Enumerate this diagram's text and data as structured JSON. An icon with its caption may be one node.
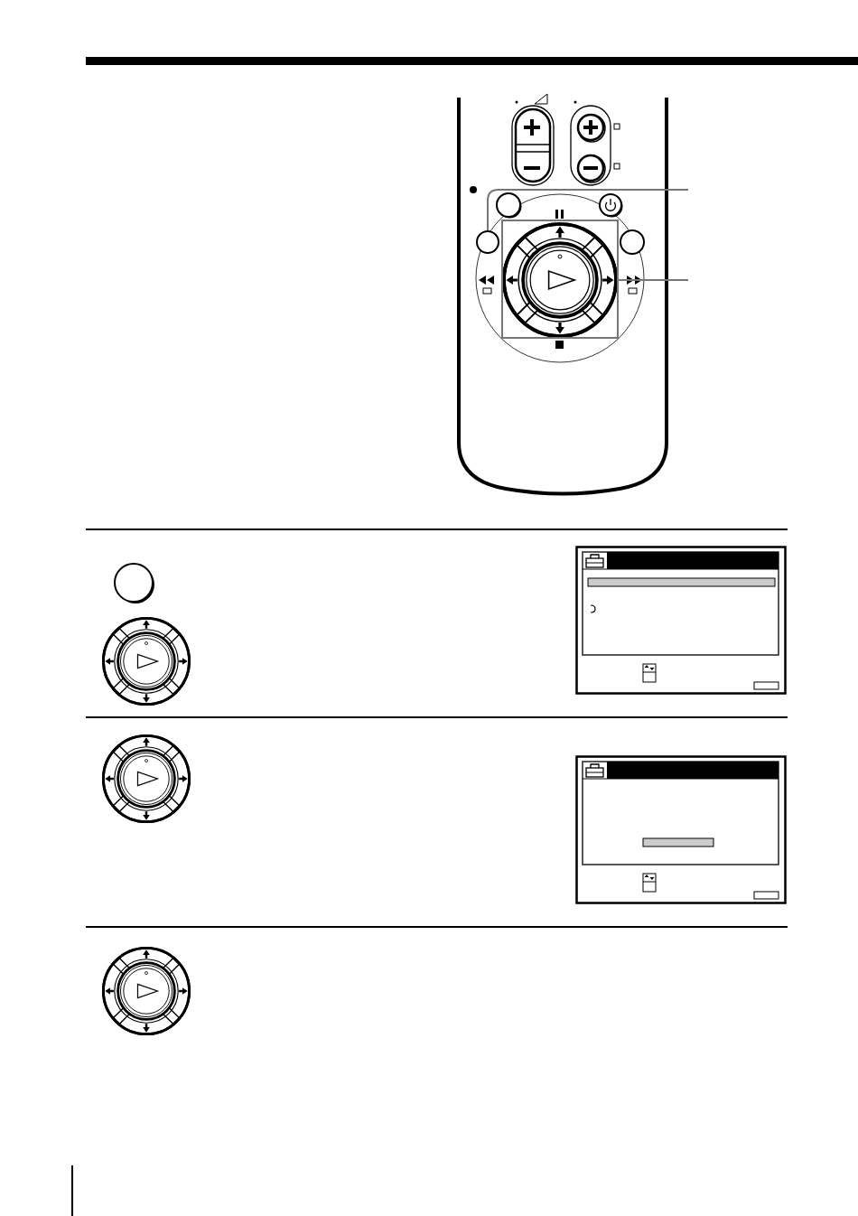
{
  "diagram": {
    "nodes": [
      {
        "text": [],
        "shape": "circle"
      },
      {
        "text": [],
        "shape": "box"
      }
    ],
    "edges": [
      {
        "from": null,
        "to": 0,
        "arrow": "none"
      },
      {
        "from": null,
        "to": 1,
        "arrow": "none"
      }
    ]
  }
}
